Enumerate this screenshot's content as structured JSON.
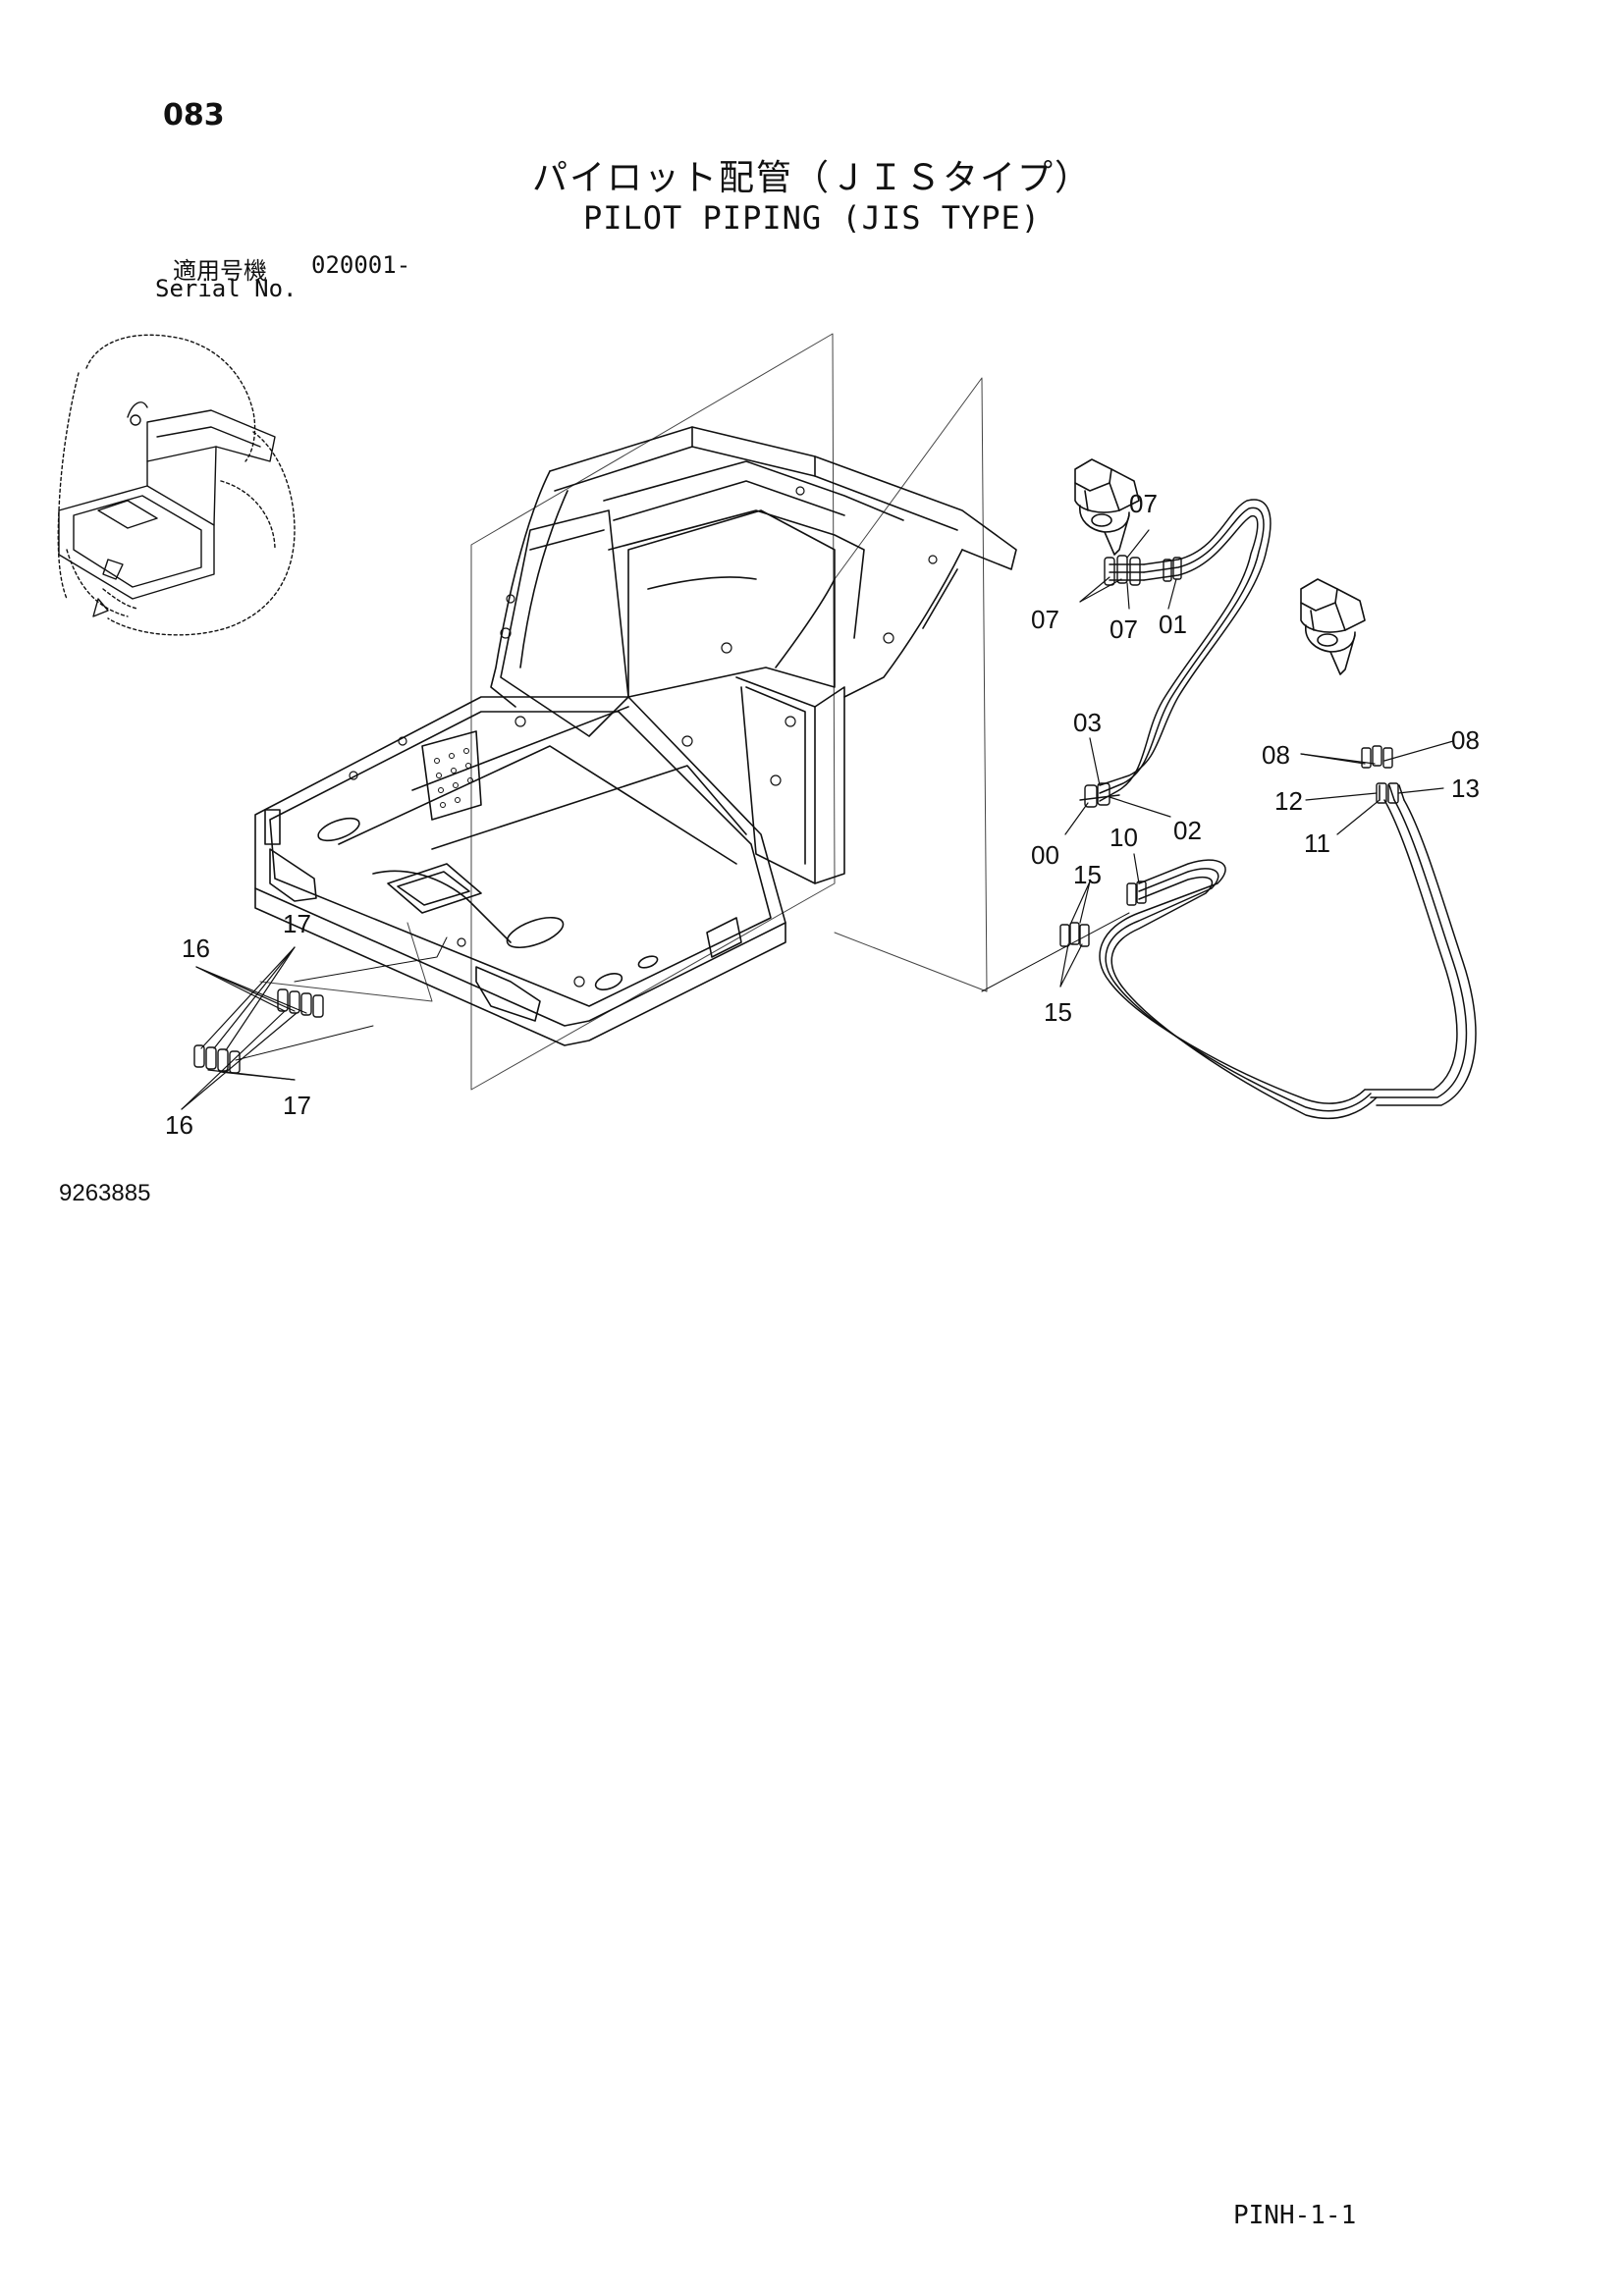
{
  "page": {
    "number": "083",
    "title_jp": "パイロット配管（ＪＩＳタイプ）",
    "title_en": "PILOT PIPING (JIS TYPE)",
    "serial_label_jp": "適用号機",
    "serial_number": "020001-",
    "serial_label_en": "Serial No.",
    "drawing_number": "9263885",
    "page_code": "PINH-1-1"
  },
  "callouts": [
    "07",
    "07",
    "07",
    "01",
    "03",
    "02",
    "00",
    "10",
    "15",
    "15",
    "08",
    "08",
    "12",
    "13",
    "11",
    "16",
    "16",
    "17",
    "17"
  ]
}
